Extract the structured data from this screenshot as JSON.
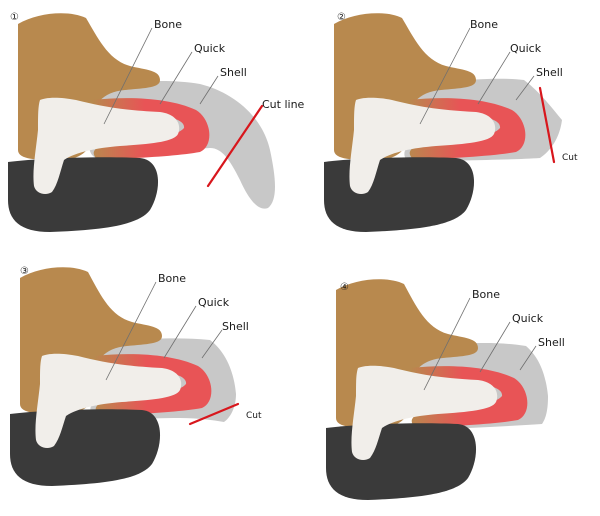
{
  "colors": {
    "bone_tan": "#b8894e",
    "bone_light": "#f1eeea",
    "quick_red": "#e85456",
    "shell_grey": "#c8c8c8",
    "pad_dark": "#3a3a3a",
    "cut_red": "#d8161c",
    "leader": "#6f6f6f"
  },
  "panels": [
    {
      "number": "①",
      "labels": {
        "bone": "Bone",
        "quick": "Quick",
        "shell": "Shell",
        "cut": "Cut line"
      }
    },
    {
      "number": "②",
      "labels": {
        "bone": "Bone",
        "quick": "Quick",
        "shell": "Shell",
        "cut": "Cut"
      }
    },
    {
      "number": "③",
      "labels": {
        "bone": "Bone",
        "quick": "Quick",
        "shell": "Shell",
        "cut": "Cut"
      }
    },
    {
      "number": "④",
      "labels": {
        "bone": "Bone",
        "quick": "Quick",
        "shell": "Shell"
      }
    }
  ]
}
